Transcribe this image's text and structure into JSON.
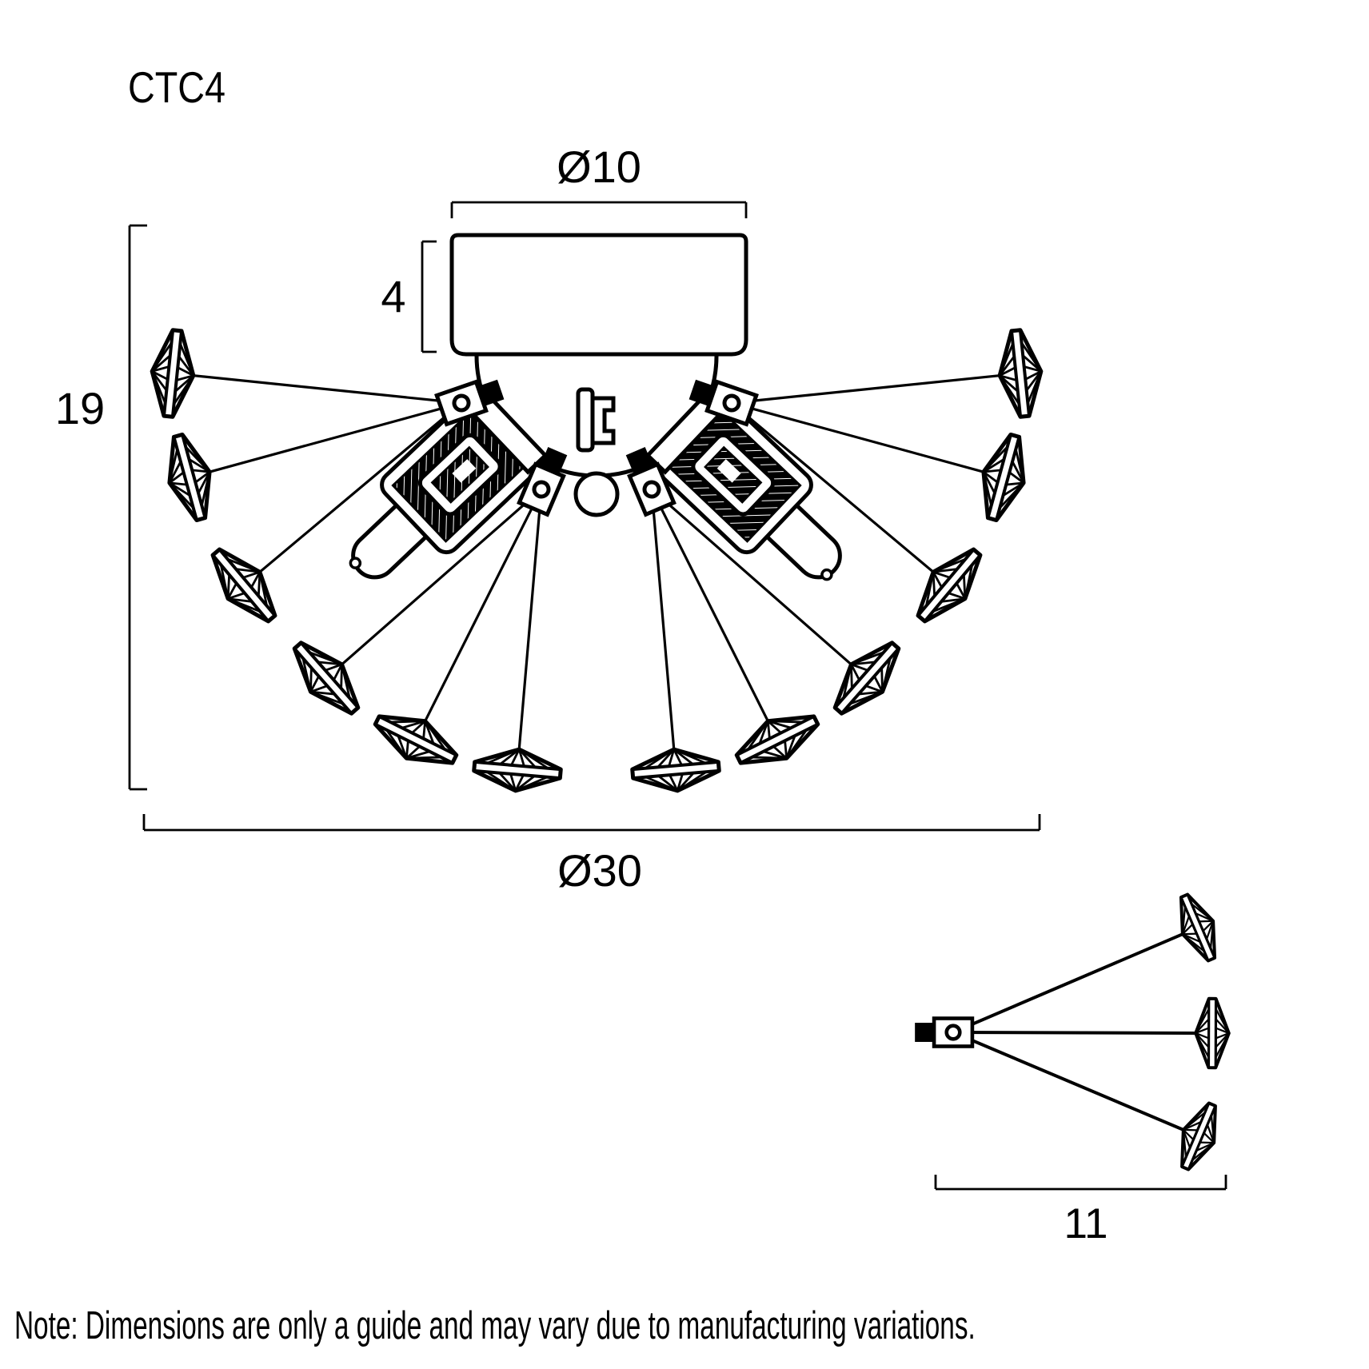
{
  "page": {
    "title": "CTC4",
    "note": "Note: Dimensions are only a guide and may vary due to manufacturing variations."
  },
  "dimensions": {
    "canopy_diameter": "Ø10",
    "canopy_height": "4",
    "fixture_height": "19",
    "fixture_diameter": "Ø30",
    "arm_spread": "11"
  },
  "colors": {
    "line": "#000000",
    "background": "#ffffff"
  }
}
